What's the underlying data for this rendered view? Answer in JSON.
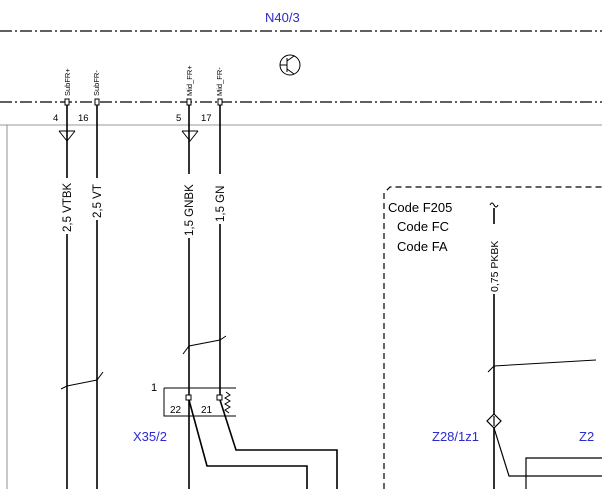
{
  "component": {
    "name": "N40/3",
    "pins": [
      {
        "number": "4",
        "signal": "SubFR+"
      },
      {
        "number": "16",
        "signal": "SubFR-"
      },
      {
        "number": "5",
        "signal": "Mid_FR+"
      },
      {
        "number": "17",
        "signal": "Mid_FR-"
      }
    ]
  },
  "wires": [
    {
      "label": "2,5 VTBK"
    },
    {
      "label": "2,5 VT"
    },
    {
      "label": "1,5 GNBK"
    },
    {
      "label": "1,5 GN"
    },
    {
      "label": "0,75 PKBK"
    }
  ],
  "option_box": {
    "codes": [
      "Code F205",
      "Code FC",
      "Code FA"
    ]
  },
  "connector": {
    "name": "X35/2",
    "index": "1",
    "pins": [
      "22",
      "21"
    ]
  },
  "splices": [
    "Z28/1z1",
    "Z2"
  ],
  "colors": {
    "label_blue": "#2a2ad0",
    "line": "#000000"
  }
}
